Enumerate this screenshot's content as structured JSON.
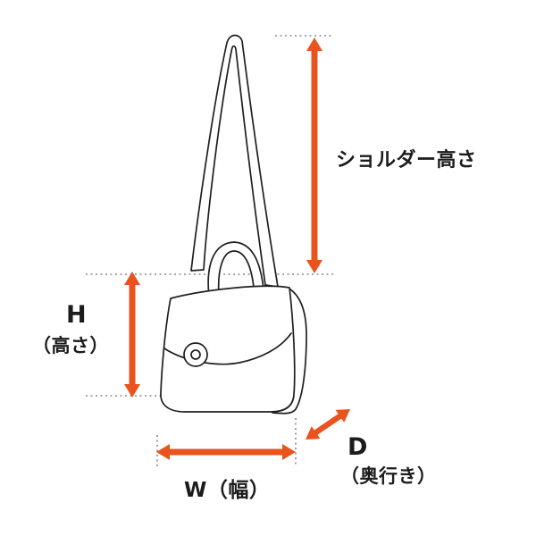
{
  "diagram": {
    "title_hint": "bag-dimension-guide",
    "labels": {
      "shoulder_height": "ショルダー高さ",
      "height_letter": "H",
      "height_caption": "（高さ）",
      "width": "W（幅）",
      "depth_letter": "D",
      "depth_caption": "（奥行き）"
    }
  },
  "colors": {
    "arrow": "#e8531e",
    "outline": "#1f1f1f",
    "dotted": "#8a8a8a",
    "background": "#ffffff"
  }
}
